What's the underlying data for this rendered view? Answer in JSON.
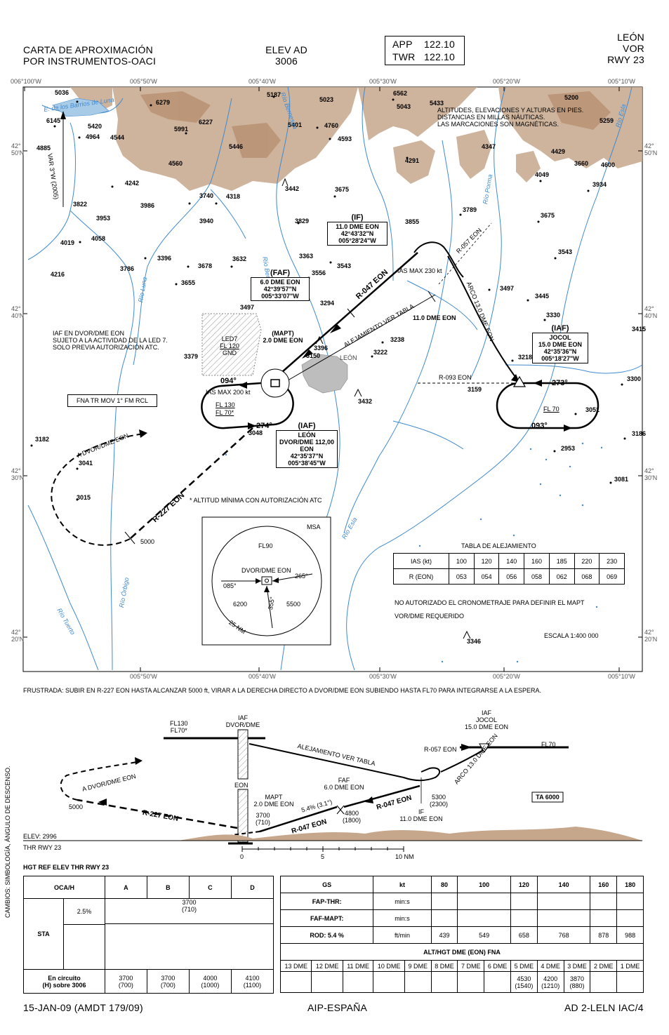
{
  "header": {
    "title_line1": "CARTA DE APROXIMACIÓN",
    "title_line2": "POR INSTRUMENTOS-OACI",
    "elev_label": "ELEV AD",
    "elev_value": "3006",
    "app_label": "APP",
    "app_freq": "122.10",
    "twr_label": "TWR",
    "twr_freq": "122.10",
    "city": "LEÓN",
    "nav": "VOR",
    "rwy": "RWY 23"
  },
  "grid": {
    "top_ticks": [
      "006°100'W",
      "005°50'W",
      "005°40'W",
      "005°30'W",
      "005°20'W",
      "005°10'W"
    ],
    "bottom_ticks": [
      "005°50'W",
      "005°40'W",
      "005°30'W",
      "005°20'W",
      "005°10'W"
    ],
    "left_ticks": [
      [
        "42°",
        "50'N"
      ],
      [
        "42°",
        "40'N"
      ],
      [
        "42°",
        "30'N"
      ],
      [
        "42°",
        "20'N"
      ]
    ],
    "right_ticks": [
      [
        "42°",
        "50'N"
      ],
      [
        "42°",
        "40'N"
      ],
      [
        "42°",
        "30'N"
      ],
      [
        "42°",
        "20'N"
      ]
    ]
  },
  "notes": {
    "altitudes": [
      "ALTITUDES, ELEVACIONES Y ALTURAS EN PIES.",
      "DISTANCIAS EN MILLAS NÁUTICAS.",
      "LAS MARCACIONES SON MAGNÉTICAS."
    ],
    "iaf_subject": [
      "IAF EN DVOR/DME EON",
      "SUJETO A LA ACTIVIDAD DE LA LED 7.",
      "SOLO PREVIA AUTORIZACIÓN ATC."
    ],
    "fna": "FNA TR MOV 1° FM RCL",
    "min_alt": "* ALTITUD MÍNIMA CON AUTORIZACIÓN ATC",
    "no_crono": "NO AUTORIZADO EL CRONOMETRAJE PARA DEFINIR EL MAPT",
    "vor_dme": "VOR/DME REQUERIDO",
    "escala": "ESCALA 1:400 000",
    "var": "VAR 3°W (2005)",
    "missed": "FRUSTRADA: SUBIR EN R-227 EON HASTA ALCANZAR 5000 ft, VIRAR A LA DERECHA DIRECTO A DVOR/DME EON SUBIENDO HASTA FL70 PARA INTEGRARSE A LA ESPERA.",
    "cambios": "CAMBIOS: SIMBOLOGÍA, ÁNGULO DE DESCENSO."
  },
  "rivers": [
    "Río Luna",
    "Río Bernesga",
    "Río Porma",
    "Río Esla",
    "Río Órbigo",
    "Río Tuerto",
    "E. de los Barrios de Luna"
  ],
  "elevations": [
    [
      "5036",
      78,
      133
    ],
    [
      "6279",
      222,
      147
    ],
    [
      "5187",
      380,
      136
    ],
    [
      "5023",
      455,
      143
    ],
    [
      "6562",
      560,
      134
    ],
    [
      "5043",
      565,
      153
    ],
    [
      "5433",
      612,
      148
    ],
    [
      "5200",
      804,
      140
    ],
    [
      "6145",
      66,
      173
    ],
    [
      "5420",
      125,
      181
    ],
    [
      "5991",
      248,
      185
    ],
    [
      "6227",
      283,
      175
    ],
    [
      "5401",
      410,
      179
    ],
    [
      "4760",
      462,
      180
    ],
    [
      "5259",
      854,
      173
    ],
    [
      "4885",
      52,
      212
    ],
    [
      "4964",
      122,
      196
    ],
    [
      "4544",
      157,
      197
    ],
    [
      "4593",
      481,
      199
    ],
    [
      "5446",
      326,
      210
    ],
    [
      "4347",
      686,
      210
    ],
    [
      "4429",
      785,
      217
    ],
    [
      "4560",
      240,
      234
    ],
    [
      "4291",
      577,
      230
    ],
    [
      "4600",
      856,
      236
    ],
    [
      "4242",
      178,
      262
    ],
    [
      "3660",
      818,
      234
    ],
    [
      "4049",
      762,
      250
    ],
    [
      "3934",
      844,
      264
    ],
    [
      "3822",
      104,
      292
    ],
    [
      "3986",
      200,
      294
    ],
    [
      "3740",
      284,
      280
    ],
    [
      "4318",
      322,
      281
    ],
    [
      "3675",
      477,
      271
    ],
    [
      "3442",
      406,
      270
    ],
    [
      "3953",
      137,
      312
    ],
    [
      "3940",
      284,
      316
    ],
    [
      "3829",
      420,
      316
    ],
    [
      "3789",
      659,
      300
    ],
    [
      "3675",
      770,
      308
    ],
    [
      "3855",
      577,
      317
    ],
    [
      "4058",
      130,
      341
    ],
    [
      "4019",
      86,
      347
    ],
    [
      "3363",
      426,
      366
    ],
    [
      "3632",
      331,
      370
    ],
    [
      "3543",
      480,
      380
    ],
    [
      "3543",
      795,
      360
    ],
    [
      "3396",
      224,
      369
    ],
    [
      "3678",
      282,
      380
    ],
    [
      "3786",
      171,
      384
    ],
    [
      "3556",
      444,
      390
    ],
    [
      "4216",
      72,
      392
    ],
    [
      "3655",
      258,
      404
    ],
    [
      "3497",
      712,
      412
    ],
    [
      "3445",
      762,
      423
    ],
    [
      "3294",
      456,
      433
    ],
    [
      "3497",
      342,
      439
    ],
    [
      "3330",
      778,
      450
    ],
    [
      "3415",
      900,
      470
    ],
    [
      "3238",
      556,
      485
    ],
    [
      "3396",
      447,
      497
    ],
    [
      "3222",
      532,
      503
    ],
    [
      "3150",
      436,
      508
    ],
    [
      "3379",
      262,
      509
    ],
    [
      "3218",
      738,
      510
    ],
    [
      "3159",
      666,
      556
    ],
    [
      "3300",
      893,
      541
    ],
    [
      "3432",
      510,
      573
    ],
    [
      "3051",
      834,
      585
    ],
    [
      "3048",
      354,
      618
    ],
    [
      "3186",
      900,
      619
    ],
    [
      "3182",
      50,
      627
    ],
    [
      "2953",
      799,
      640
    ],
    [
      "3041",
      112,
      661
    ],
    [
      "3081",
      875,
      684
    ],
    [
      "3015",
      109,
      710
    ],
    [
      "3346",
      665,
      915
    ]
  ],
  "fixes": {
    "if": [
      "(IF)",
      "11.0 DME EON",
      "42°43'32\"N",
      "005°28'24\"W"
    ],
    "faf": [
      "(FAF)",
      "6.0 DME EON",
      "42°39'57\"N",
      "005°33'07\"W"
    ],
    "mapt": [
      "(MAPT)",
      "2.0 DME EON"
    ],
    "iaf_leon": [
      "(IAF)",
      "LEÓN",
      "DVOR/DME 112,00",
      "EON",
      "42°35'37\"N",
      "005°38'45\"W"
    ],
    "iaf_jocol": [
      "(IAF)",
      "JOCOL",
      "15.0 DME EON",
      "42°35'36\"N",
      "005°18'27\"W"
    ],
    "led7": [
      "LED7",
      "FL 120",
      "GND"
    ]
  },
  "plan_labels": {
    "r047": "R-047 EON",
    "r227": "R-227 EON",
    "r057": "R-057 EON",
    "r093": "R-093 EON",
    "arco": "ARCO 13.0 DME EON",
    "alej": "ALEJAMIENTO VER TABLA",
    "ias230": "IAS MAX 230 kt",
    "ias200": "IAS MAX 200 kt",
    "dme11": "11.0 DME EON",
    "c094": "094°",
    "c274": "274°",
    "c273": "273°",
    "c093": "093°",
    "fl130": "FL 130",
    "fl70s": "FL 70*",
    "fl70": "FL 70",
    "a_dvor": "A DVOR/DME EON",
    "alt5000": "5000",
    "leon_city": "LEÓN"
  },
  "msa": {
    "title": "MSA",
    "fl90": "FL90",
    "center": "DVOR/DME EON",
    "b085": "085°",
    "b265": "265°",
    "b355": "355°",
    "alt6200": "6200",
    "alt5500": "5500",
    "nm": "25 NM"
  },
  "alej_table": {
    "title": "TABLA DE ALEJAMIENTO",
    "row1": [
      "IAS (kt)",
      "100",
      "120",
      "140",
      "160",
      "185",
      "220",
      "230"
    ],
    "row2": [
      "R (EON)",
      "053",
      "054",
      "056",
      "058",
      "062",
      "068",
      "069"
    ]
  },
  "profile": {
    "fl130": "FL130",
    "fl70s": "FL70*",
    "iaf1": "IAF",
    "iaf1b": "DVOR/DME",
    "iaf2": [
      "IAF",
      "JOCOL",
      "15.0 DME EON"
    ],
    "fl70": "FL70",
    "r057": "R-057 EON",
    "arco": "ARCO 13.0 DME EON",
    "alej": "ALEJAMIENTO VER TABLA",
    "faf": [
      "FAF",
      "6.0 DME EON"
    ],
    "eon": "EON",
    "mapt": [
      "MAPT",
      "2.0 DME EON"
    ],
    "r047a": "R-047 EON",
    "r047b": "R-047 EON",
    "r227": "R-227 EON",
    "a_dvor": "A DVOR/DME EON",
    "alt5000": "5000",
    "alt3700": [
      "3700",
      "(710)"
    ],
    "slope": "5.4% (3.1°)",
    "alt4800": [
      "4800",
      "(1800)"
    ],
    "alt5300": [
      "5300",
      "(2300)"
    ],
    "if": [
      "IF",
      "11.0 DME EON"
    ],
    "ta": "TA 6000",
    "elev": "ELEV: 2996",
    "thr": "THR RWY 23",
    "scale": [
      "0",
      "5",
      "10 NM"
    ],
    "hgt": "HGT REF ELEV THR RWY  23"
  },
  "oca_table": {
    "head": [
      "OCA/H",
      "A",
      "B",
      "C",
      "D"
    ],
    "sta": "STA",
    "pct": "2.5%",
    "abcd": [
      "3700",
      "(710)"
    ],
    "circ_label": [
      "En circuito",
      "(H) sobre 3006"
    ],
    "circ": [
      [
        "3700",
        "(700)"
      ],
      [
        "3700",
        "(700)"
      ],
      [
        "4000",
        "(1000)"
      ],
      [
        "4100",
        "(1100)"
      ]
    ]
  },
  "gs_table": {
    "head": [
      "GS",
      "kt",
      "80",
      "100",
      "120",
      "140",
      "160",
      "180"
    ],
    "r1": [
      "FAP-THR:",
      "min:s"
    ],
    "r2": [
      "FAF-MAPT:",
      "min:s"
    ],
    "r3": [
      "ROD: 5.4 %",
      "ft/min",
      "439",
      "549",
      "658",
      "768",
      "878",
      "988"
    ],
    "alt_title": "ALT/HGT DME (EON) FNA",
    "dme": [
      "13 DME",
      "12 DME",
      "11 DME",
      "10 DME",
      "9 DME",
      "8 DME",
      "7 DME",
      "6 DME",
      "5 DME",
      "4 DME",
      "3 DME",
      "2 DME",
      "1 DME"
    ],
    "dme_vals": [
      [
        "",
        ""
      ],
      [
        "",
        ""
      ],
      [
        "",
        ""
      ],
      [
        "",
        ""
      ],
      [
        "",
        ""
      ],
      [
        "",
        ""
      ],
      [
        "",
        ""
      ],
      [
        "",
        ""
      ],
      [
        "4530",
        "(1540)"
      ],
      [
        "4200",
        "(1210)"
      ],
      [
        "3870",
        "(880)"
      ],
      [
        "",
        ""
      ],
      [
        "",
        ""
      ]
    ]
  },
  "footer": {
    "date": "15-JAN-09 (AMDT 179/09)",
    "aip": "AIP-ESPAÑA",
    "ref": "AD 2-LELN IAC/4"
  }
}
